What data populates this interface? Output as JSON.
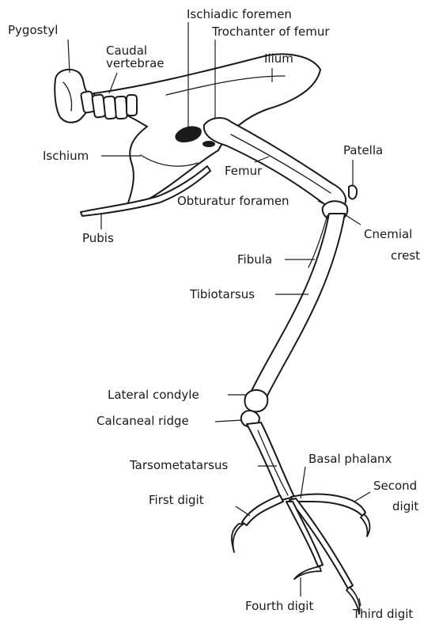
{
  "labels": {
    "pygostyl": "Pygostyl",
    "caudal_line1": "Caudal",
    "caudal_line2": "vertebrae",
    "ischiadic_foremen": "Ischiadic foremen",
    "trochanter": "Trochanter of femur",
    "ilium": "Ilium",
    "ischium": "Ischium",
    "patella": "Patella",
    "femur": "Femur",
    "obturatur": "Obturatur foramen",
    "pubis": "Pubis",
    "cnemial_line1": "Cnemial",
    "cnemial_line2": "crest",
    "fibula": "Fibula",
    "tibiotarsus": "Tibiotarsus",
    "lateral_condyle": "Lateral condyle",
    "calcaneal_ridge": "Calcaneal ridge",
    "tarsometatarsus": "Tarsometatarsus",
    "basal_phalanx": "Basal phalanx",
    "second_line1": "Second",
    "second_line2": "digit",
    "first_digit": "First digit",
    "fourth_digit": "Fourth digit",
    "third_digit": "Third digit"
  }
}
